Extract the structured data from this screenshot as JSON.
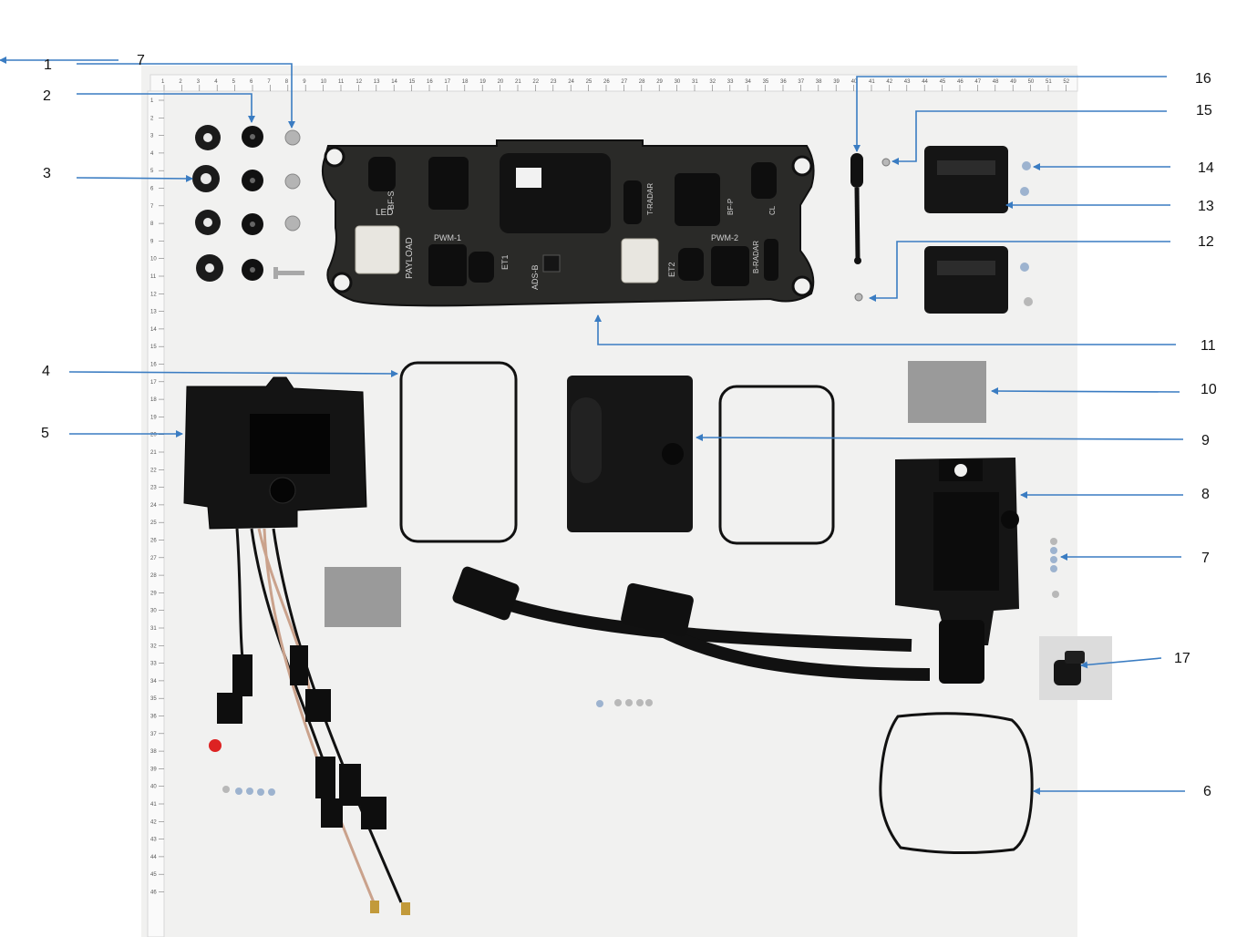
{
  "accent_color": "#3a7cc2",
  "callouts": [
    {
      "id": "c1",
      "label": "1"
    },
    {
      "id": "c7a",
      "label": "7"
    },
    {
      "id": "c2",
      "label": "2"
    },
    {
      "id": "c3",
      "label": "3"
    },
    {
      "id": "c4",
      "label": "4"
    },
    {
      "id": "c5",
      "label": "5"
    },
    {
      "id": "c6",
      "label": "6"
    },
    {
      "id": "c7b",
      "label": "7"
    },
    {
      "id": "c8",
      "label": "8"
    },
    {
      "id": "c9",
      "label": "9"
    },
    {
      "id": "c10",
      "label": "10"
    },
    {
      "id": "c11",
      "label": "11"
    },
    {
      "id": "c12",
      "label": "12"
    },
    {
      "id": "c13",
      "label": "13"
    },
    {
      "id": "c14",
      "label": "14"
    },
    {
      "id": "c15",
      "label": "15"
    },
    {
      "id": "c16",
      "label": "16"
    },
    {
      "id": "c17",
      "label": "17"
    }
  ],
  "board_labels": {
    "led": "LED",
    "bf_s": "BF-S",
    "payload": "PAYLOAD",
    "pwm1": "PWM-1",
    "et1": "ET1",
    "ads_b": "ADS-B",
    "et2": "ET2",
    "pwm2": "PWM-2",
    "t_radar": "T-RADAR",
    "bf_p": "BF-P",
    "b_radar": "B-RADAR",
    "cl": "CL"
  }
}
